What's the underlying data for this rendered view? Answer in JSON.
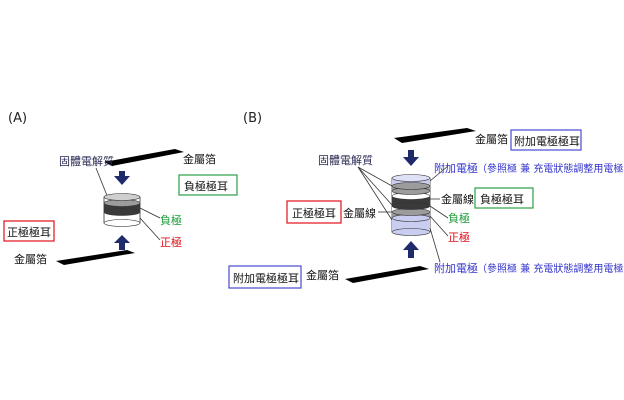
{
  "panel_a": {
    "label": "(A)",
    "metal_foil_top": "金屬箔",
    "negative_tab": "負極極耳",
    "solid_electrolyte": "固體電解質",
    "positive_tab": "正極極耳",
    "negative_electrode": "負極",
    "positive_electrode": "正極",
    "metal_foil_bottom": "金屬箔"
  },
  "panel_b": {
    "label": "(B)",
    "metal_foil_top": "金屬箔",
    "aux_tab_top": "附加電極極耳",
    "solid_electrolyte": "固體電解質",
    "aux_electrode_top": "附加電極",
    "aux_electrode_top_note": "（參照極 兼 充電狀態調整用電極）",
    "metal_wire_right": "金屬線",
    "negative_tab": "負極極耳",
    "positive_tab": "正極極耳",
    "metal_wire_left": "金屬線",
    "negative_electrode": "負極",
    "positive_electrode": "正極",
    "aux_tab_bottom": "附加電極極耳",
    "metal_foil_bottom": "金屬箔",
    "aux_electrode_bottom": "附加電極",
    "aux_electrode_bottom_note": "（參照極 兼 充電狀態調整用電極）"
  },
  "colors": {
    "electrolyte": "#9c9c9c",
    "cell_light": "#ffffff",
    "aux_layer": "#c9cdf0",
    "arrow": "#1f2a6b",
    "foil": "#000000",
    "box_green": "#2aa048",
    "box_red": "#e0101a",
    "box_blue": "#4a4ad0"
  }
}
